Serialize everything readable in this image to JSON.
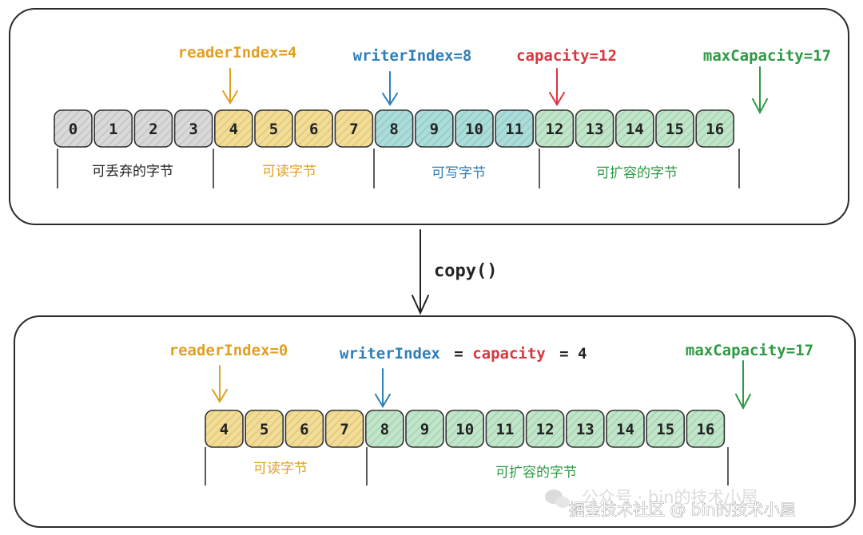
{
  "colors": {
    "discardable": "#d9d9d9",
    "readable": "#f3dc93",
    "writable": "#a9ddd9",
    "expandable": "#bfe6c9",
    "reader": "#e0a020",
    "writer": "#2f7fb8",
    "capacity": "#d9363e",
    "max": "#2e9a44",
    "text_dark": "#222222"
  },
  "before": {
    "cells": [
      {
        "label": "0",
        "kind": "discardable"
      },
      {
        "label": "1",
        "kind": "discardable"
      },
      {
        "label": "2",
        "kind": "discardable"
      },
      {
        "label": "3",
        "kind": "discardable"
      },
      {
        "label": "4",
        "kind": "readable"
      },
      {
        "label": "5",
        "kind": "readable"
      },
      {
        "label": "6",
        "kind": "readable"
      },
      {
        "label": "7",
        "kind": "readable"
      },
      {
        "label": "8",
        "kind": "writable"
      },
      {
        "label": "9",
        "kind": "writable"
      },
      {
        "label": "10",
        "kind": "writable"
      },
      {
        "label": "11",
        "kind": "writable"
      },
      {
        "label": "12",
        "kind": "expandable"
      },
      {
        "label": "13",
        "kind": "expandable"
      },
      {
        "label": "14",
        "kind": "expandable"
      },
      {
        "label": "15",
        "kind": "expandable"
      },
      {
        "label": "16",
        "kind": "expandable"
      }
    ],
    "pointers": {
      "reader": "readerIndex=4",
      "writer": "writerIndex=8",
      "capacity": "capacity=12",
      "max": "maxCapacity=17"
    },
    "regions": {
      "discardable": "可丢弃的字节",
      "readable": "可读字节",
      "writable": "可写字节",
      "expandable": "可扩容的字节"
    }
  },
  "arrow_label": "copy()",
  "after": {
    "cells": [
      {
        "label": "4",
        "kind": "readable"
      },
      {
        "label": "5",
        "kind": "readable"
      },
      {
        "label": "6",
        "kind": "readable"
      },
      {
        "label": "7",
        "kind": "readable"
      },
      {
        "label": "8",
        "kind": "expandable"
      },
      {
        "label": "9",
        "kind": "expandable"
      },
      {
        "label": "10",
        "kind": "expandable"
      },
      {
        "label": "11",
        "kind": "expandable"
      },
      {
        "label": "12",
        "kind": "expandable"
      },
      {
        "label": "13",
        "kind": "expandable"
      },
      {
        "label": "14",
        "kind": "expandable"
      },
      {
        "label": "15",
        "kind": "expandable"
      },
      {
        "label": "16",
        "kind": "expandable"
      }
    ],
    "pointers": {
      "reader": "readerIndex=0",
      "writer_part": "writerIndex",
      "eq1": "=",
      "capacity_part": "capacity",
      "eq2": "= 4",
      "max": "maxCapacity=17"
    },
    "regions": {
      "readable": "可读字节",
      "expandable": "可扩容的字节"
    }
  },
  "watermark": {
    "line1": "公众号 · bin的技术小屋",
    "line2": "掘金技术社区 @ bin的技术小屋"
  }
}
